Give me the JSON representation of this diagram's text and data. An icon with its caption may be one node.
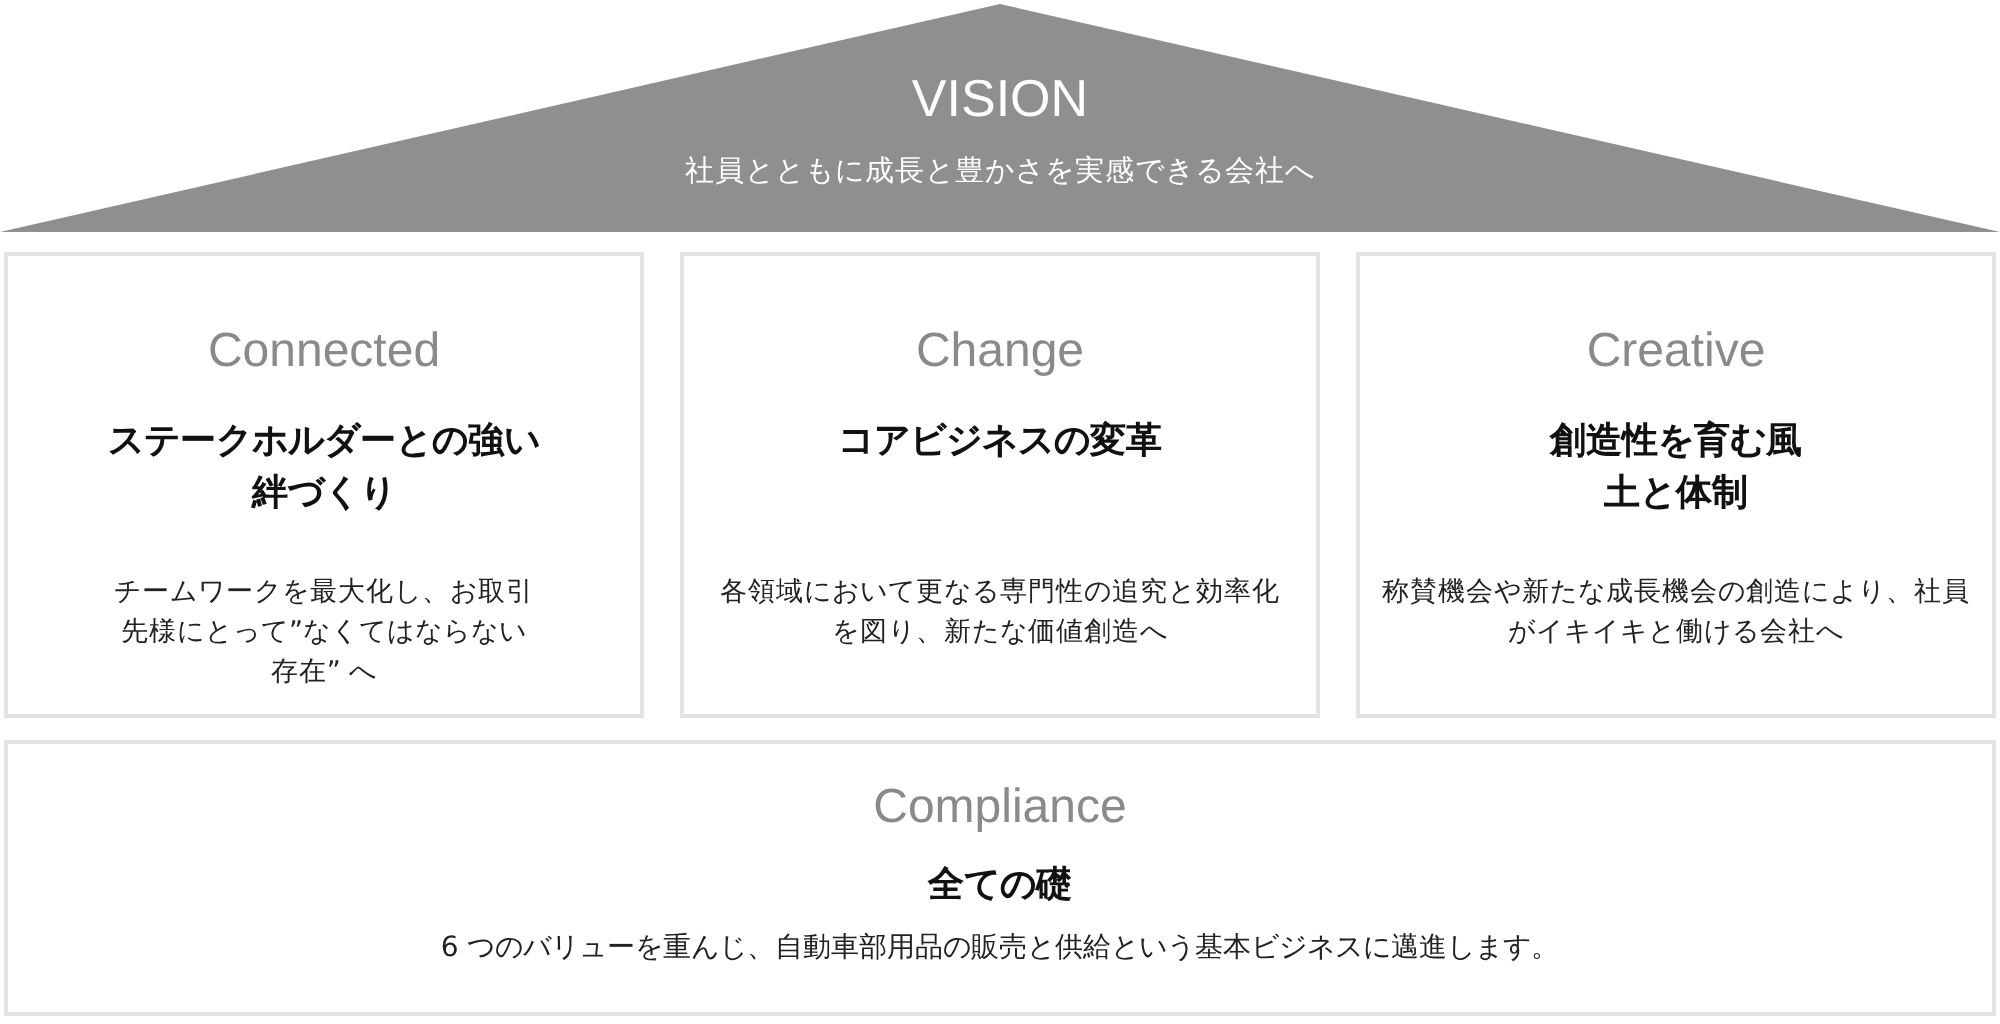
{
  "diagram": {
    "nodes": [
      {
        "text": [
          "VISION",
          "社員とともに成長と豊かさを実感できる会社へ"
        ]
      },
      {
        "text": [
          "Connected",
          "ステークホルダーとの強い絆づくり",
          "チームワークを最大化し、お取引先様にとって”なくてはならない存在” へ"
        ]
      },
      {
        "text": [
          "Change",
          "コアビジネスの変革",
          "各領域において更なる専門性の追究と効率化を図り、新たな価値創造へ"
        ]
      },
      {
        "text": [
          "Creative",
          "創造性を育む風土と体制",
          "称賛機会や新たな成長機会の創造により、社員がイキイキと働ける会社へ"
        ]
      },
      {
        "text": [
          "Compliance",
          "全ての礎",
          "6 つのバリューを重んじ、自動車部用品の販売と供給という基本ビジネスに邁進します。"
        ]
      }
    ],
    "edges": []
  }
}
